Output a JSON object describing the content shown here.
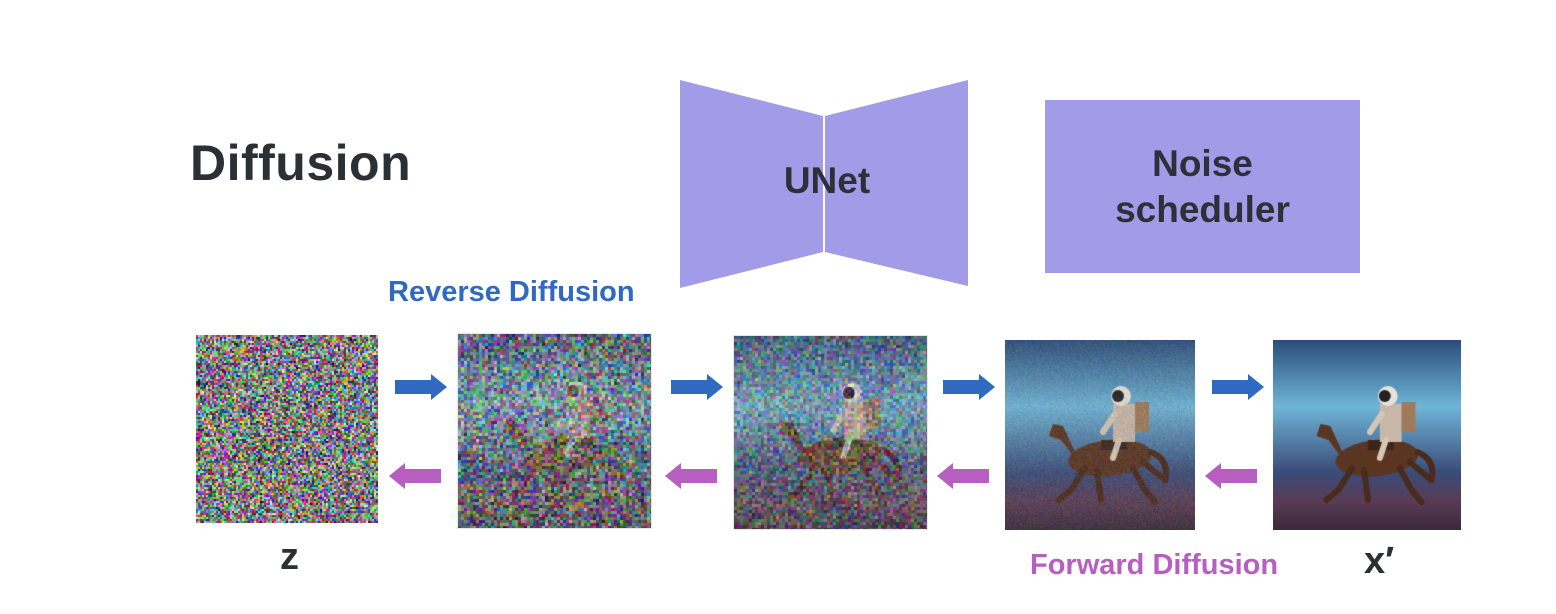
{
  "title": "Diffusion",
  "unet": {
    "label": "UNet"
  },
  "noise_scheduler": {
    "label_line1": "Noise",
    "label_line2": "scheduler"
  },
  "labels": {
    "reverse": "Reverse Diffusion",
    "forward": "Forward Diffusion",
    "z": "z",
    "x_prime": "x′"
  },
  "colors": {
    "block_fill": "#a19be8",
    "reverse_blue": "#2f6ac0",
    "forward_purple": "#b65fc0",
    "text_dark": "#2b2f36"
  },
  "images": [
    {
      "name": "pure-noise",
      "noise": 1.0
    },
    {
      "name": "heavy-noise-astronaut-horse",
      "noise": 0.75
    },
    {
      "name": "medium-noise-astronaut-horse",
      "noise": 0.5
    },
    {
      "name": "light-noise-astronaut-horse",
      "noise": 0.15
    },
    {
      "name": "clean-astronaut-horse",
      "noise": 0.0
    }
  ]
}
